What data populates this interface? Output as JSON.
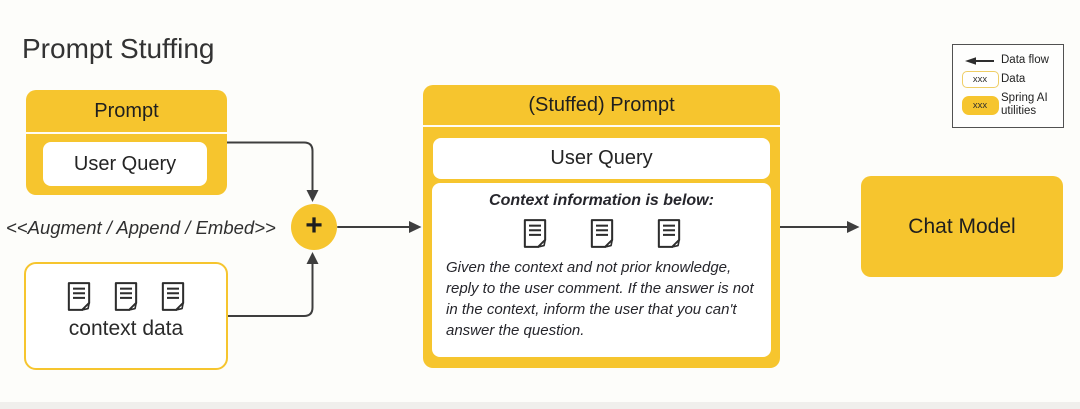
{
  "title": "Prompt Stuffing",
  "colors": {
    "yellow": "#f6c52e",
    "text": "#2e2e2e",
    "arrow": "#3e3e3e",
    "legend_border": "#515151",
    "background": "#fdfdfa",
    "bottom_bar": "#f0efec"
  },
  "prompt_box": {
    "header": "Prompt",
    "content": "User Query"
  },
  "augment_label": "<<Augment / Append / Embed>>",
  "plus_node": {
    "label": "+"
  },
  "context_box": {
    "label": "context data",
    "doc_icon_count": 3
  },
  "stuffed_box": {
    "header": "(Stuffed) Prompt",
    "user_query": "User Query",
    "context_heading": "Context information is below:",
    "doc_icon_count": 3,
    "instruction": "Given the context and not prior knowledge, reply to the user comment. If the answer is not in the context, inform the user that you can't answer the question."
  },
  "chat_model_box": {
    "label": "Chat Model"
  },
  "legend": {
    "items": [
      {
        "symbol": "data-flow-arrow-icon",
        "label": "Data flow"
      },
      {
        "symbol": "data-chip",
        "symbol_text": "xxx",
        "label": "Data"
      },
      {
        "symbol": "spring-ai-utility-chip",
        "symbol_text": "xxx",
        "label": "Spring AI utilities"
      }
    ]
  }
}
